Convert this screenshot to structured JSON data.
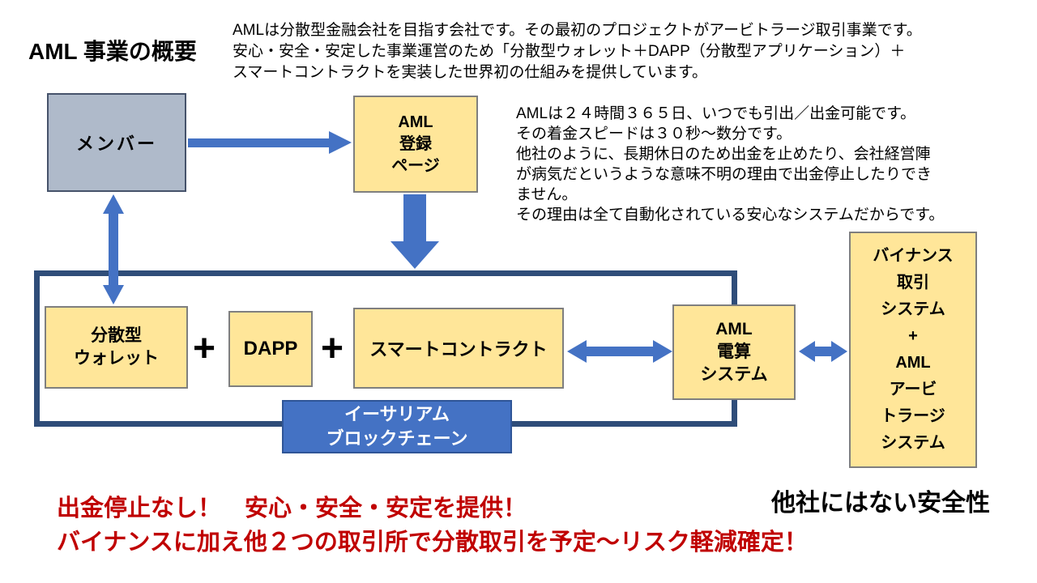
{
  "title": "AML 事業の概要",
  "intro": {
    "line1": "AMLは分散型金融会社を目指す会社です。その最初のプロジェクトがアービトラージ取引事業です。",
    "line2": "安心・安全・安定した事業運営のため「分散型ウォレット＋DAPP（分散型アプリケーション）＋",
    "line3": "スマートコントラクトを実装した世界初の仕組みを提供しています。"
  },
  "features": {
    "line1": "AMLは２４時間３６５日、いつでも引出／出金可能です。",
    "line2": "その着金スピードは３０秒〜数分です。",
    "line3": "他社のように、長期休日のため出金を止めたり、会社経営陣",
    "line4": "が病気だというような意味不明の理由で出金停止したりでき",
    "line5": "ません。",
    "line6": "その理由は全て自動化されている安心なシステムだからです。"
  },
  "nodes": {
    "member": "メンバー",
    "registration": {
      "line1": "AML",
      "line2": "登録",
      "line3": "ページ"
    },
    "wallet": {
      "line1": "分散型",
      "line2": "ウォレット"
    },
    "plus": "+",
    "dapp": "DAPP",
    "smart_contract": "スマートコントラクト",
    "computing": {
      "line1": "AML",
      "line2": "電算",
      "line3": "システム"
    },
    "binance": {
      "line1": "バイナンス",
      "line2": "取引",
      "line3": "システム",
      "line4": "+",
      "line5": "AML",
      "line6": "アービ",
      "line7": "トラージ",
      "line8": "システム"
    },
    "ethereum": {
      "line1": "イーサリアム",
      "line2": "ブロックチェーン"
    }
  },
  "footer": {
    "red_line1": "出金停止なし！　安心・安全・安定を提供！",
    "red_line2": "バイナンスに加え他２つの取引所で分散取引を予定〜リスク軽減確定！",
    "black_note": "他社にはない安全性"
  },
  "colors": {
    "box_yellow": "#FFE699",
    "box_yellow_border": "#7F7F7F",
    "box_gray": "#AFBACA",
    "box_gray_border": "#46536B",
    "arrow_blue": "#4472C4",
    "container_border": "#2F4D79",
    "ethereum_fill": "#4472C4",
    "ethereum_border": "#2F5597",
    "red_text": "#C00000"
  }
}
